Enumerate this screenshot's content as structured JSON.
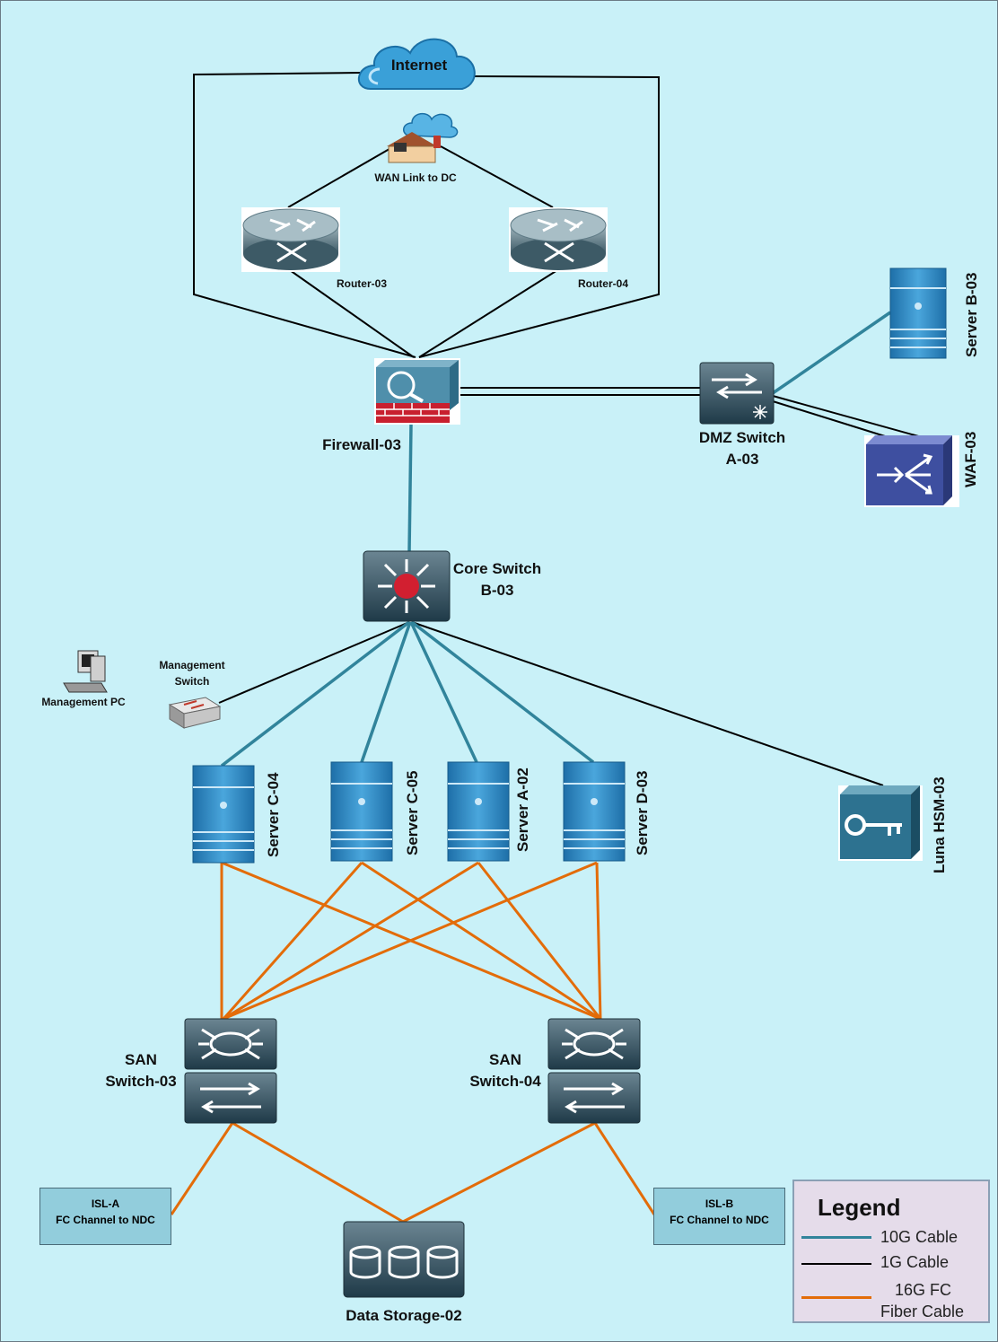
{
  "nodes": {
    "internet": "Internet",
    "wan": "WAN Link to DC",
    "router3": "Router-03",
    "router4": "Router-04",
    "firewall": "Firewall-03",
    "dmz_switch_l1": "DMZ Switch",
    "dmz_switch_l2": "A-03",
    "server_b03": "Server B-03",
    "waf": "WAF-03",
    "core_switch_l1": "Core Switch",
    "core_switch_l2": "B-03",
    "mgmt_switch_l1": "Management",
    "mgmt_switch_l2": "Switch",
    "mgmt_pc": "Management PC",
    "server_c04": "Server C-04",
    "server_c05": "Server C-05",
    "server_a02": "Server A-02",
    "server_d03": "Server D-03",
    "hsm": "Luna HSM-03",
    "san3_l1": "SAN",
    "san3_l2": "Switch-03",
    "san4_l1": "SAN",
    "san4_l2": "Switch-04",
    "isla_l1": "ISL-A",
    "isla_l2": "FC Channel to NDC",
    "islb_l1": "ISL-B",
    "islb_l2": "FC Channel to NDC",
    "storage": "Data Storage-02"
  },
  "legend": {
    "title": "Legend",
    "items": [
      {
        "label": "10G Cable",
        "color": "#31849b"
      },
      {
        "label": "1G Cable",
        "color": "#000000"
      },
      {
        "label_l1": "16G FC",
        "label_l2": "Fiber Cable",
        "color": "#e36c09"
      }
    ]
  },
  "colors": {
    "background": "#c9f1f8",
    "cable_10g": "#31849b",
    "cable_1g": "#000000",
    "cable_fc": "#e36c09"
  }
}
